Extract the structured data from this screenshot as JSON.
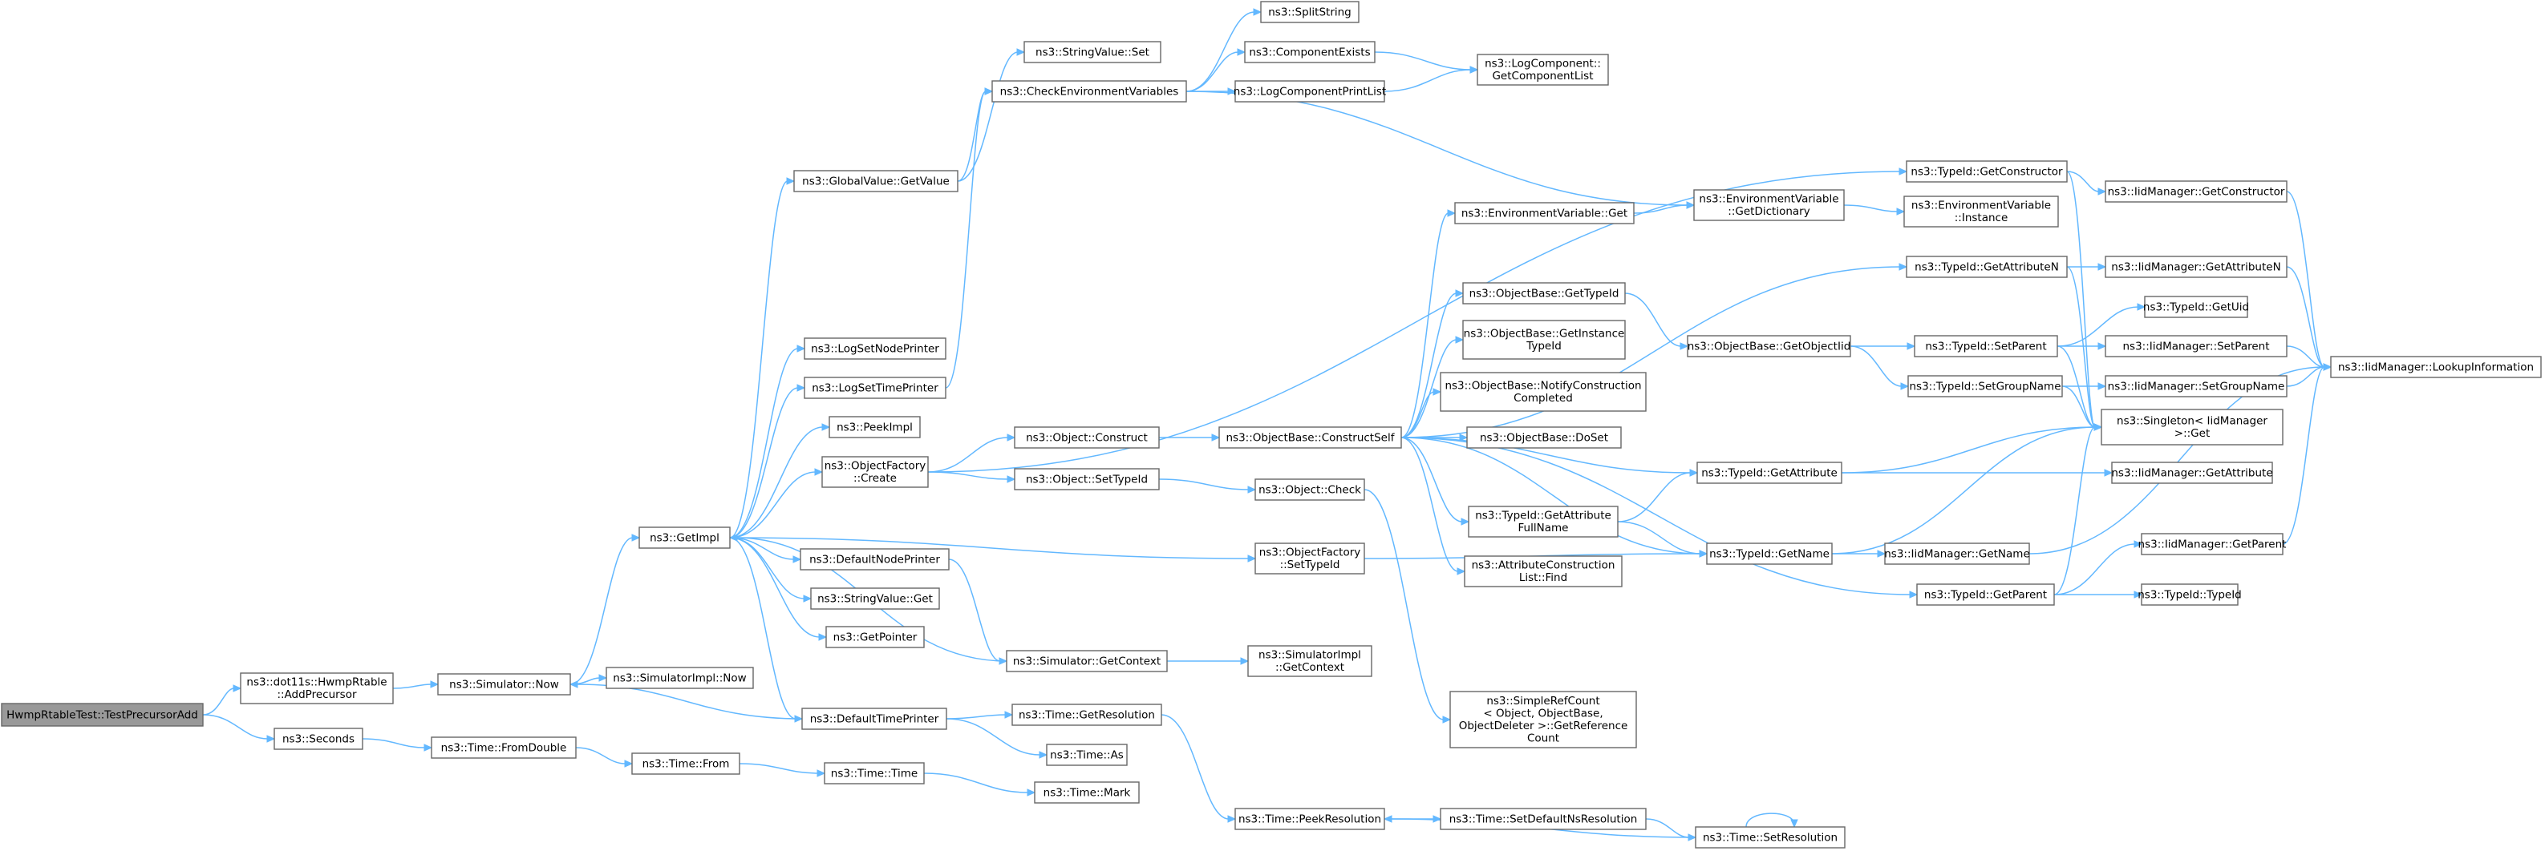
{
  "graph": {
    "nodes": [
      {
        "id": "root",
        "lines": [
          "HwmpRtableTest::TestPrecursorAdd"
        ],
        "root": true
      },
      {
        "id": "addPrec",
        "lines": [
          "ns3::dot11s::HwmpRtable",
          "::AddPrecursor"
        ]
      },
      {
        "id": "seconds",
        "lines": [
          "ns3::Seconds"
        ]
      },
      {
        "id": "simNow",
        "lines": [
          "ns3::Simulator::Now"
        ]
      },
      {
        "id": "fromDouble",
        "lines": [
          "ns3::Time::FromDouble"
        ]
      },
      {
        "id": "getImpl",
        "lines": [
          "ns3::GetImpl"
        ]
      },
      {
        "id": "simImplNow",
        "lines": [
          "ns3::SimulatorImpl::Now"
        ]
      },
      {
        "id": "timeFrom",
        "lines": [
          "ns3::Time::From"
        ]
      },
      {
        "id": "gvGetValue",
        "lines": [
          "ns3::GlobalValue::GetValue"
        ]
      },
      {
        "id": "logSetNode",
        "lines": [
          "ns3::LogSetNodePrinter"
        ]
      },
      {
        "id": "logSetTime",
        "lines": [
          "ns3::LogSetTimePrinter"
        ]
      },
      {
        "id": "peekImpl",
        "lines": [
          "ns3::PeekImpl"
        ]
      },
      {
        "id": "ofCreate",
        "lines": [
          "ns3::ObjectFactory",
          "::Create"
        ]
      },
      {
        "id": "defNodePrinter",
        "lines": [
          "ns3::DefaultNodePrinter"
        ]
      },
      {
        "id": "svGet",
        "lines": [
          "ns3::StringValue::Get"
        ]
      },
      {
        "id": "getPointer",
        "lines": [
          "ns3::GetPointer"
        ]
      },
      {
        "id": "defTimePrinter",
        "lines": [
          "ns3::DefaultTimePrinter"
        ]
      },
      {
        "id": "timeTime",
        "lines": [
          "ns3::Time::Time"
        ]
      },
      {
        "id": "svSet",
        "lines": [
          "ns3::StringValue::Set"
        ]
      },
      {
        "id": "checkEnv",
        "lines": [
          "ns3::CheckEnvironmentVariables"
        ]
      },
      {
        "id": "objConstruct",
        "lines": [
          "ns3::Object::Construct"
        ]
      },
      {
        "id": "objSetTypeId",
        "lines": [
          "ns3::Object::SetTypeId"
        ]
      },
      {
        "id": "simGetContext",
        "lines": [
          "ns3::Simulator::GetContext"
        ]
      },
      {
        "id": "timeGetRes",
        "lines": [
          "ns3::Time::GetResolution"
        ]
      },
      {
        "id": "timeAs",
        "lines": [
          "ns3::Time::As"
        ]
      },
      {
        "id": "timeMark",
        "lines": [
          "ns3::Time::Mark"
        ]
      },
      {
        "id": "splitString",
        "lines": [
          "ns3::SplitString"
        ]
      },
      {
        "id": "compExists",
        "lines": [
          "ns3::ComponentExists"
        ]
      },
      {
        "id": "logCompPrint",
        "lines": [
          "ns3::LogComponentPrintList"
        ]
      },
      {
        "id": "obConstructSelf",
        "lines": [
          "ns3::ObjectBase::ConstructSelf"
        ]
      },
      {
        "id": "objCheck",
        "lines": [
          "ns3::Object::Check"
        ]
      },
      {
        "id": "ofSetTypeId",
        "lines": [
          "ns3::ObjectFactory",
          "::SetTypeId"
        ]
      },
      {
        "id": "simImplGetContext",
        "lines": [
          "ns3::SimulatorImpl",
          "::GetContext"
        ]
      },
      {
        "id": "timePeekRes",
        "lines": [
          "ns3::Time::PeekResolution"
        ]
      },
      {
        "id": "logCompGetList",
        "lines": [
          "ns3::LogComponent::",
          "GetComponentList"
        ]
      },
      {
        "id": "envGet",
        "lines": [
          "ns3::EnvironmentVariable::Get"
        ]
      },
      {
        "id": "obGetTypeId",
        "lines": [
          "ns3::ObjectBase::GetTypeId"
        ]
      },
      {
        "id": "obGetInstTypeId",
        "lines": [
          "ns3::ObjectBase::GetInstance",
          "TypeId"
        ]
      },
      {
        "id": "obNotify",
        "lines": [
          "ns3::ObjectBase::NotifyConstruction",
          "Completed"
        ]
      },
      {
        "id": "obDoSet",
        "lines": [
          "ns3::ObjectBase::DoSet"
        ]
      },
      {
        "id": "tidGetAttrFull",
        "lines": [
          "ns3::TypeId::GetAttribute",
          "FullName"
        ]
      },
      {
        "id": "attrConstrFind",
        "lines": [
          "ns3::AttributeConstruction",
          "List::Find"
        ]
      },
      {
        "id": "simpleRefCount",
        "lines": [
          "ns3::SimpleRefCount",
          "< Object, ObjectBase,",
          "ObjectDeleter >::GetReference",
          "Count"
        ]
      },
      {
        "id": "timeSetDefaultNs",
        "lines": [
          "ns3::Time::SetDefaultNsResolution"
        ]
      },
      {
        "id": "envGetDict",
        "lines": [
          "ns3::EnvironmentVariable",
          "::GetDictionary"
        ]
      },
      {
        "id": "obGetObjectIid",
        "lines": [
          "ns3::ObjectBase::GetObjectIid"
        ]
      },
      {
        "id": "tidGetAttribute",
        "lines": [
          "ns3::TypeId::GetAttribute"
        ]
      },
      {
        "id": "tidGetName",
        "lines": [
          "ns3::TypeId::GetName"
        ]
      },
      {
        "id": "timeSetRes",
        "lines": [
          "ns3::Time::SetResolution"
        ]
      },
      {
        "id": "tidGetConstructor",
        "lines": [
          "ns3::TypeId::GetConstructor"
        ]
      },
      {
        "id": "envInstance",
        "lines": [
          "ns3::EnvironmentVariable",
          "::Instance"
        ]
      },
      {
        "id": "tidGetAttrN",
        "lines": [
          "ns3::TypeId::GetAttributeN"
        ]
      },
      {
        "id": "tidSetParent",
        "lines": [
          "ns3::TypeId::SetParent"
        ]
      },
      {
        "id": "tidSetGroupName",
        "lines": [
          "ns3::TypeId::SetGroupName"
        ]
      },
      {
        "id": "tidGetParent",
        "lines": [
          "ns3::TypeId::GetParent"
        ]
      },
      {
        "id": "iidGetConstructor",
        "lines": [
          "ns3::IidManager::GetConstructor"
        ]
      },
      {
        "id": "iidGetAttrN",
        "lines": [
          "ns3::IidManager::GetAttributeN"
        ]
      },
      {
        "id": "tidGetUid",
        "lines": [
          "ns3::TypeId::GetUid"
        ]
      },
      {
        "id": "iidSetParent",
        "lines": [
          "ns3::IidManager::SetParent"
        ]
      },
      {
        "id": "iidSetGroupName",
        "lines": [
          "ns3::IidManager::SetGroupName"
        ]
      },
      {
        "id": "singletonGet",
        "lines": [
          "ns3::Singleton< IidManager",
          ">::Get"
        ]
      },
      {
        "id": "iidGetAttribute",
        "lines": [
          "ns3::IidManager::GetAttribute"
        ]
      },
      {
        "id": "iidGetName",
        "lines": [
          "ns3::IidManager::GetName"
        ]
      },
      {
        "id": "iidGetParent",
        "lines": [
          "ns3::IidManager::GetParent"
        ]
      },
      {
        "id": "tidTypeId",
        "lines": [
          "ns3::TypeId::TypeId"
        ]
      },
      {
        "id": "iidLookup",
        "lines": [
          "ns3::IidManager::LookupInformation"
        ]
      }
    ],
    "edges": [
      [
        "root",
        "addPrec"
      ],
      [
        "root",
        "seconds"
      ],
      [
        "addPrec",
        "simNow"
      ],
      [
        "simNow",
        "getImpl"
      ],
      [
        "simNow",
        "simImplNow"
      ],
      [
        "seconds",
        "fromDouble"
      ],
      [
        "fromDouble",
        "timeFrom"
      ],
      [
        "timeFrom",
        "timeTime"
      ],
      [
        "timeTime",
        "timeMark"
      ],
      [
        "getImpl",
        "gvGetValue"
      ],
      [
        "getImpl",
        "logSetNode"
      ],
      [
        "getImpl",
        "logSetTime"
      ],
      [
        "getImpl",
        "peekImpl"
      ],
      [
        "getImpl",
        "ofCreate"
      ],
      [
        "getImpl",
        "defNodePrinter"
      ],
      [
        "getImpl",
        "svGet"
      ],
      [
        "getImpl",
        "getPointer"
      ],
      [
        "getImpl",
        "defTimePrinter"
      ],
      [
        "getImpl",
        "ofSetTypeId"
      ],
      [
        "gvGetValue",
        "svSet"
      ],
      [
        "gvGetValue",
        "checkEnv"
      ],
      [
        "logSetTime",
        "checkEnv"
      ],
      [
        "ofCreate",
        "tidGetConstructor"
      ],
      [
        "ofCreate",
        "objConstruct"
      ],
      [
        "ofCreate",
        "objSetTypeId"
      ],
      [
        "defNodePrinter",
        "simGetContext"
      ],
      [
        "simGetContext",
        "getImpl"
      ],
      [
        "simGetContext",
        "simImplGetContext"
      ],
      [
        "defTimePrinter",
        "simNow"
      ],
      [
        "defTimePrinter",
        "timeGetRes"
      ],
      [
        "defTimePrinter",
        "timeAs"
      ],
      [
        "timeGetRes",
        "timePeekRes"
      ],
      [
        "checkEnv",
        "splitString"
      ],
      [
        "checkEnv",
        "compExists"
      ],
      [
        "checkEnv",
        "logCompPrint"
      ],
      [
        "checkEnv",
        "envGetDict"
      ],
      [
        "compExists",
        "logCompGetList"
      ],
      [
        "logCompPrint",
        "logCompGetList"
      ],
      [
        "objConstruct",
        "obConstructSelf"
      ],
      [
        "objSetTypeId",
        "objCheck"
      ],
      [
        "objCheck",
        "simpleRefCount"
      ],
      [
        "ofSetTypeId",
        "tidGetName"
      ],
      [
        "obConstructSelf",
        "envGet"
      ],
      [
        "obConstructSelf",
        "obGetTypeId"
      ],
      [
        "obConstructSelf",
        "obGetInstTypeId"
      ],
      [
        "obConstructSelf",
        "obNotify"
      ],
      [
        "obConstructSelf",
        "obDoSet"
      ],
      [
        "obConstructSelf",
        "tidGetAttrFull"
      ],
      [
        "obConstructSelf",
        "attrConstrFind"
      ],
      [
        "obConstructSelf",
        "tidGetAttrN"
      ],
      [
        "obConstructSelf",
        "tidGetAttribute"
      ],
      [
        "obConstructSelf",
        "tidGetName"
      ],
      [
        "obConstructSelf",
        "tidGetParent"
      ],
      [
        "envGet",
        "envGetDict"
      ],
      [
        "envGetDict",
        "envInstance"
      ],
      [
        "obGetTypeId",
        "obGetObjectIid"
      ],
      [
        "obGetObjectIid",
        "tidSetParent"
      ],
      [
        "obGetObjectIid",
        "tidSetGroupName"
      ],
      [
        "tidGetAttrFull",
        "tidGetName"
      ],
      [
        "tidGetAttrFull",
        "tidGetAttribute"
      ],
      [
        "tidGetAttribute",
        "singletonGet"
      ],
      [
        "tidGetAttribute",
        "iidGetAttribute"
      ],
      [
        "tidGetName",
        "singletonGet"
      ],
      [
        "tidGetName",
        "iidGetName"
      ],
      [
        "timePeekRes",
        "timeSetDefaultNs"
      ],
      [
        "timeSetDefaultNs",
        "timeSetRes"
      ],
      [
        "timeSetRes",
        "timePeekRes"
      ],
      [
        "timeSetRes",
        "timeSetRes"
      ],
      [
        "tidGetConstructor",
        "iidGetConstructor"
      ],
      [
        "tidGetConstructor",
        "singletonGet"
      ],
      [
        "tidGetAttrN",
        "iidGetAttrN"
      ],
      [
        "tidGetAttrN",
        "singletonGet"
      ],
      [
        "tidSetParent",
        "tidGetUid"
      ],
      [
        "tidSetParent",
        "iidSetParent"
      ],
      [
        "tidSetParent",
        "singletonGet"
      ],
      [
        "tidSetGroupName",
        "iidSetGroupName"
      ],
      [
        "tidSetGroupName",
        "singletonGet"
      ],
      [
        "tidGetParent",
        "iidGetParent"
      ],
      [
        "tidGetParent",
        "singletonGet"
      ],
      [
        "tidGetParent",
        "tidTypeId"
      ],
      [
        "iidGetConstructor",
        "iidLookup"
      ],
      [
        "iidGetAttrN",
        "iidLookup"
      ],
      [
        "iidSetParent",
        "iidLookup"
      ],
      [
        "iidSetGroupName",
        "iidLookup"
      ],
      [
        "iidGetName",
        "iidLookup"
      ],
      [
        "iidGetParent",
        "iidLookup"
      ]
    ]
  }
}
